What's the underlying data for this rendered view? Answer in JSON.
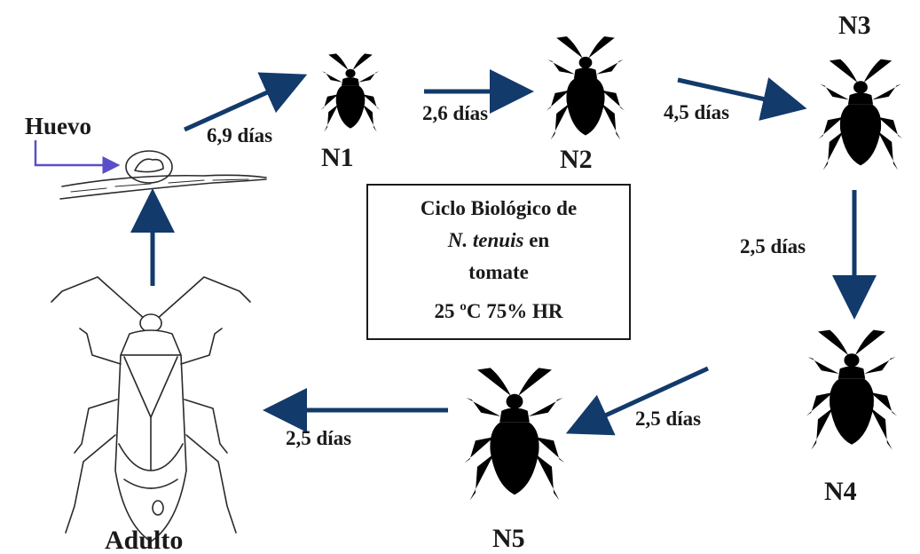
{
  "colors": {
    "arrow": "#123a6b",
    "egg_pointer": "#5a4fc8",
    "ink": "#1a1a1a"
  },
  "egg_label": "Huevo",
  "stages": {
    "n1": "N1",
    "n2": "N2",
    "n3": "N3",
    "n4": "N4",
    "n5": "N5",
    "adult": "Adulto"
  },
  "durations": {
    "egg_to_n1": "6,9 días",
    "n1_to_n2": "2,6 días",
    "n2_to_n3": "4,5 días",
    "n3_to_n4": "2,5 días",
    "n4_to_n5": "2,5 días",
    "n5_to_adult": "2,5 días"
  },
  "info_box": {
    "line1": "Ciclo Biológico de",
    "line2_species": "N. tenuis",
    "line2_rest": " en",
    "line3": "tomate",
    "line4": "25 ºC  75% HR"
  },
  "icons": [
    "leaf-with-egg-icon",
    "nymph-icon",
    "adult-bug-icon",
    "arrow-icon"
  ]
}
